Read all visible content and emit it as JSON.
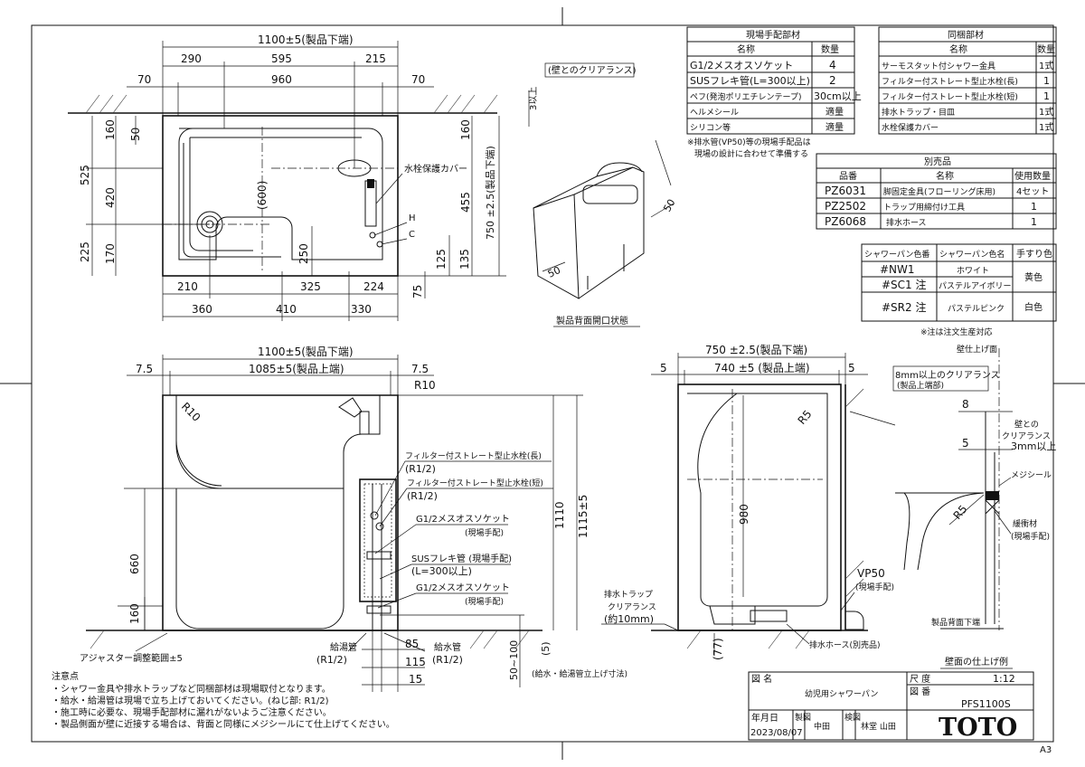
{
  "tables": {
    "field_parts": {
      "title": "現場手配部材",
      "headers": [
        "名称",
        "数量"
      ],
      "rows": [
        [
          "G1/2メスオスソケット",
          "4"
        ],
        [
          "SUSフレキ管(L=300以上)",
          "2"
        ],
        [
          "ペフ(発泡ポリエチレンテープ)",
          "30cm以上"
        ],
        [
          "ヘルメシール",
          "適量"
        ],
        [
          "シリコン等",
          "適量"
        ]
      ],
      "note": [
        "※排水管(VP50)等の現場手配品は",
        "現場の設計に合わせて準備する"
      ]
    },
    "included_parts": {
      "title": "同梱部材",
      "headers": [
        "名称",
        "数量"
      ],
      "rows": [
        [
          "サーモスタット付シャワー金具",
          "1式"
        ],
        [
          "フィルター付ストレート型止水栓(長)",
          "1"
        ],
        [
          "フィルター付ストレート型止水栓(短)",
          "1"
        ],
        [
          "排水トラップ・目皿",
          "1式"
        ],
        [
          "水栓保護カバー",
          "1式"
        ]
      ]
    },
    "optional_parts": {
      "title": "別売品",
      "headers": [
        "品番",
        "名称",
        "使用数量"
      ],
      "rows": [
        [
          "PZ6031",
          "脚固定金具(フローリング床用)",
          "4セット"
        ],
        [
          "PZ2502",
          "トラップ用締付け工具",
          "1"
        ],
        [
          "PZ6068",
          "排水ホース",
          "1"
        ]
      ]
    },
    "colors": {
      "headers": [
        "シャワーパン色番",
        "シャワーパン色名",
        "手すり色"
      ],
      "rows": [
        [
          "#NW1",
          "ホワイト"
        ],
        [
          "#SC1 注",
          "パステルアイボリー"
        ],
        [
          "#SR2 注",
          "パステルピンク"
        ]
      ],
      "handrail": [
        "黄色",
        "白色"
      ],
      "note": "※注は注文生産対応"
    }
  },
  "plan": {
    "dims": [
      "1100±5(製品下端)",
      "290",
      "595",
      "215",
      "70",
      "960",
      "70",
      "160",
      "50",
      "525",
      "420",
      "225",
      "170",
      "(600)",
      "160",
      "455",
      "750 ±2.5(製品下端)",
      "250",
      "125",
      "135",
      "75",
      "210",
      "325",
      "224",
      "360",
      "410",
      "330",
      "3以上"
    ],
    "labels": {
      "cover": "水栓保護カバー",
      "hot": "H",
      "cold": "C",
      "wall_clearance": "(壁とのクリアランス)"
    }
  },
  "perspective": {
    "dims": [
      "50",
      "50"
    ],
    "caption": "製品背面開口状態"
  },
  "front": {
    "dims": [
      "1100±5(製品下端)",
      "7.5",
      "1085±5(製品上端)",
      "7.5",
      "R10",
      "R10",
      "1110",
      "1115±5",
      "660",
      "160",
      "85",
      "115",
      "15",
      "50~100",
      "(5)"
    ],
    "labels": {
      "adjuster": "アジャスター調整範囲±5",
      "valve_long": "フィルター付ストレート型止水栓(長)",
      "valve_long_r": "(R1/2)",
      "valve_short": "フィルター付ストレート型止水栓(短)",
      "valve_short_r": "(R1/2)",
      "socket1": "G1/2メスオスソケット",
      "socket1_note": "(現場手配)",
      "flex": "SUSフレキ管 (現場手配)",
      "flex_len": "(L=300以上)",
      "socket2": "G1/2メスオスソケット",
      "socket2_note": "(現場手配)",
      "hot_pipe": "給湯管",
      "hot_pipe_r": "(R1/2)",
      "cold_pipe": "給水管",
      "cold_pipe_r": "(R1/2)",
      "riser": "(給水・給湯管立上げ寸法)"
    }
  },
  "side": {
    "dims": [
      "750 ±2.5(製品下端)",
      "5",
      "740 ±5 (製品上端)",
      "5",
      "R5",
      "980",
      "(77)"
    ],
    "labels": {
      "trap1": "排水トラップ",
      "trap2": "クリアランス",
      "trap3": "(約10mm)",
      "vp50": "VP50",
      "vp50_note": "(現場手配)",
      "hose": "排水ホース(別売品)"
    }
  },
  "detail": {
    "wall_face": "壁仕上げ面",
    "box1": "8mm以上のクリアランス",
    "box2": "(製品上端部)",
    "d8": "8",
    "d5": "5",
    "clr1": "壁との",
    "clr2": "クリアランス",
    "clr3": "3mm以上",
    "seal": "メジシール",
    "r5": "R5",
    "cushion": "緩衝材",
    "cushion_note": "(現場手配)",
    "back_bottom": "製品背面下端",
    "caption": "壁面の仕上げ例"
  },
  "notes": {
    "title": "注意点",
    "items": [
      "・シャワー金具や排水トラップなど同梱部材は現場取付となります。",
      "・給水・給湯管は現場で立ち上げておいてください。(ねじ部: R1/2)",
      "・施工時に必要な、現場手配部材に漏れがないようご注意ください。",
      "・製品側面が壁に近接する場合は、背面と同様にメジシールにて仕上げてください。"
    ]
  },
  "title_block": {
    "name_label": "図 名",
    "name": "幼児用シャワーパン",
    "scale_label": "尺 度",
    "scale": "1:12",
    "number_label": "図 番",
    "number": "PFS1100S",
    "date_label": "年月日",
    "date": "2023/08/07",
    "drawn_label": "製図",
    "drawn": "中田",
    "checked_label": "検図",
    "checked": "林堂 山田",
    "logo": "TOTO",
    "sheet": "A3"
  }
}
